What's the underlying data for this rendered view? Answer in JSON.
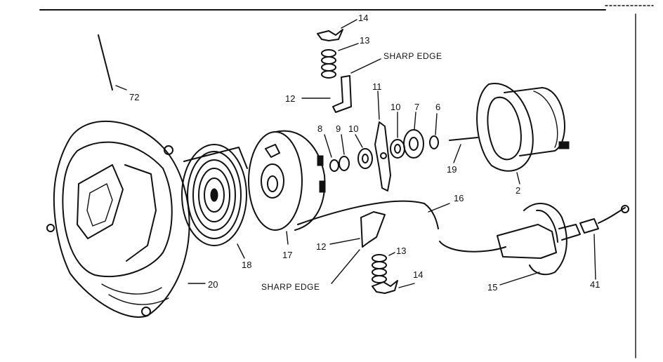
{
  "labels": {
    "p2": "2",
    "p6": "6",
    "p7": "7",
    "p8": "8",
    "p9": "9",
    "p10a": "10",
    "p10b": "10",
    "p11": "11",
    "p12a": "12",
    "p12b": "12",
    "p13a": "13",
    "p13b": "13",
    "p14a": "14",
    "p14b": "14",
    "p15": "15",
    "p16": "16",
    "p17": "17",
    "p18": "18",
    "p19": "19",
    "p20": "20",
    "p41": "41",
    "p72": "72"
  },
  "notes": {
    "sharp_edge_top": "SHARP EDGE",
    "sharp_edge_bottom": "SHARP EDGE"
  }
}
